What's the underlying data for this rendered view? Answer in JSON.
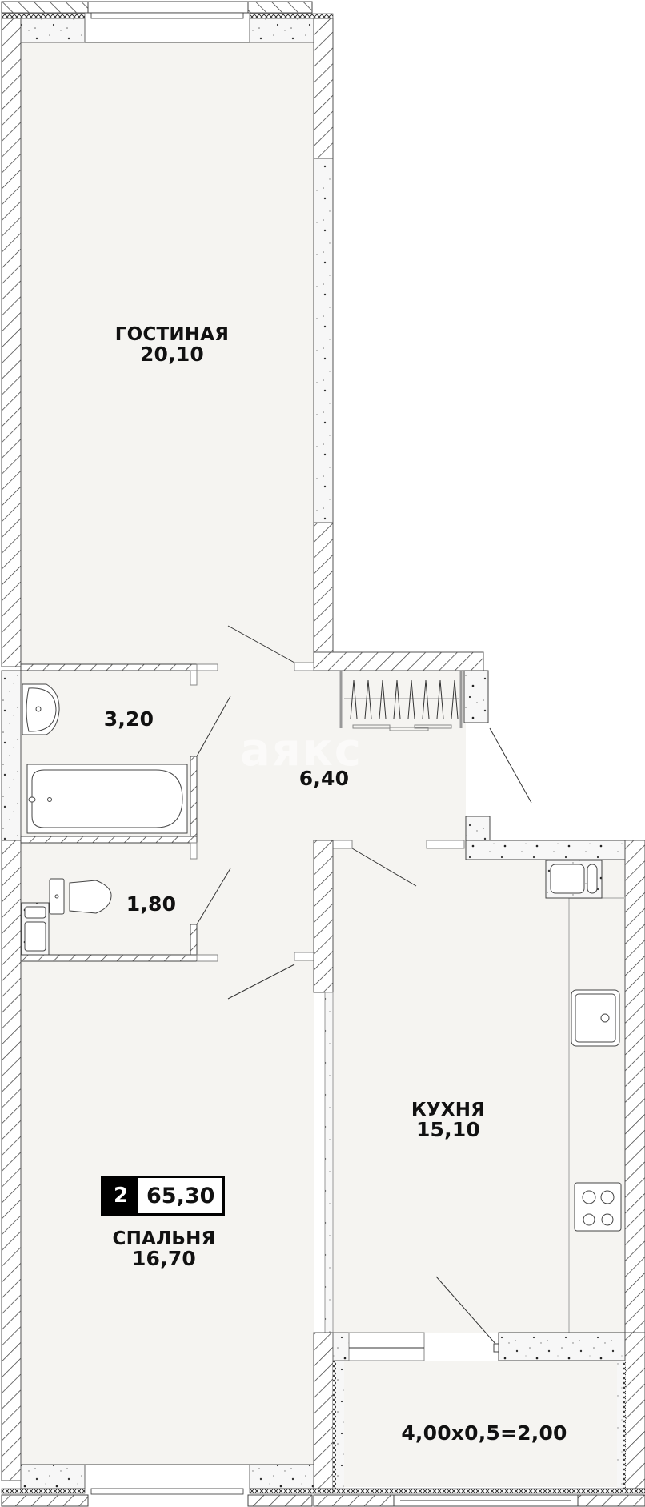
{
  "plan": {
    "colors": {
      "floor": "#f5f4f1",
      "wall_line": "#444444",
      "hatch": "#333333",
      "concrete": "#f7f7f7",
      "text": "#111111",
      "badge_bg": "#000000",
      "badge_fg": "#ffffff"
    },
    "watermark": "аякс"
  },
  "badge": {
    "rooms": "2",
    "total_area": "65,30"
  },
  "rooms": {
    "living": {
      "name": "ГОСТИНАЯ",
      "area": "20,10"
    },
    "bathroom": {
      "area": "3,20"
    },
    "hall": {
      "area": "6,40"
    },
    "wc": {
      "area": "1,80"
    },
    "kitchen": {
      "name": "КУХНЯ",
      "area": "15,10"
    },
    "bedroom": {
      "name": "СПАЛЬНЯ",
      "area": "16,70"
    },
    "balcony": {
      "area": "4,00x0,5=2,00"
    }
  }
}
